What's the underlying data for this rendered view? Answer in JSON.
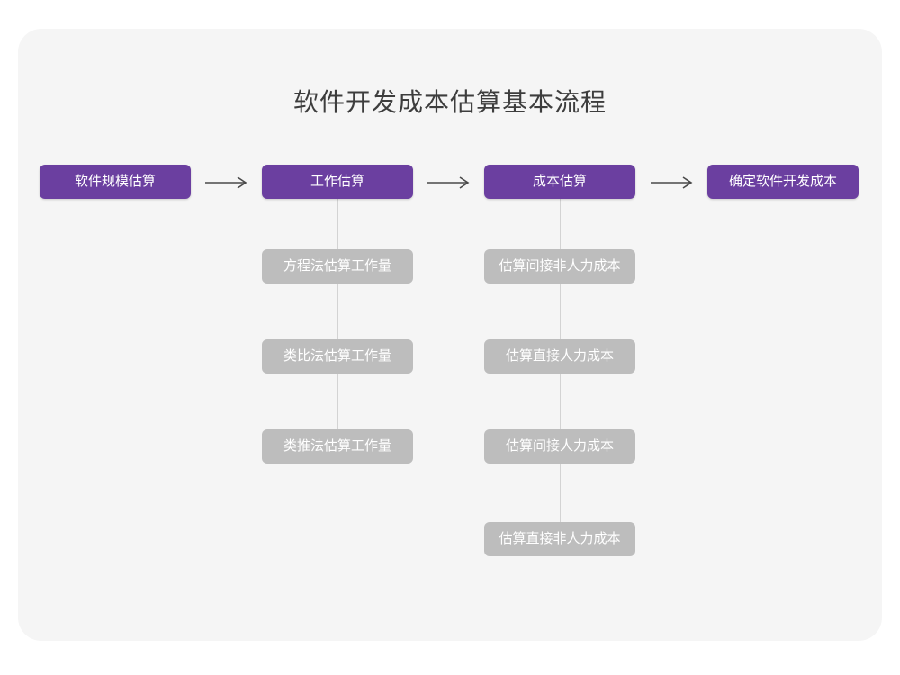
{
  "diagram": {
    "title": "软件开发成本估算基本流程",
    "type": "flowchart",
    "colors": {
      "card_background": "#f5f5f5",
      "page_background": "#ffffff",
      "primary_node": "#6b3fa0",
      "secondary_node": "#bdbdbd",
      "node_text": "#ffffff",
      "title_text": "#3d3d3d",
      "connector": "#d3d3d3",
      "arrow": "#4a4a4a"
    },
    "main_flow": [
      {
        "id": "step-1",
        "label": "软件规模估算"
      },
      {
        "id": "step-2",
        "label": "工作估算"
      },
      {
        "id": "step-3",
        "label": "成本估算"
      },
      {
        "id": "step-4",
        "label": "确定软件开发成本"
      }
    ],
    "arrows": [
      {
        "id": "arrow-1",
        "glyph": "right-arrow-icon",
        "from": "step-1",
        "to": "step-2"
      },
      {
        "id": "arrow-2",
        "glyph": "right-arrow-icon",
        "from": "step-2",
        "to": "step-3"
      },
      {
        "id": "arrow-3",
        "glyph": "right-arrow-icon",
        "from": "step-3",
        "to": "step-4"
      }
    ],
    "branches": [
      {
        "parent": "step-2",
        "items": [
          {
            "label": "方程法估算工作量"
          },
          {
            "label": "类比法估算工作量"
          },
          {
            "label": "类推法估算工作量"
          }
        ]
      },
      {
        "parent": "step-3",
        "items": [
          {
            "label": "估算间接非人力成本"
          },
          {
            "label": "估算直接人力成本"
          },
          {
            "label": "估算间接人力成本"
          },
          {
            "label": "估算直接非人力成本"
          }
        ]
      }
    ]
  }
}
